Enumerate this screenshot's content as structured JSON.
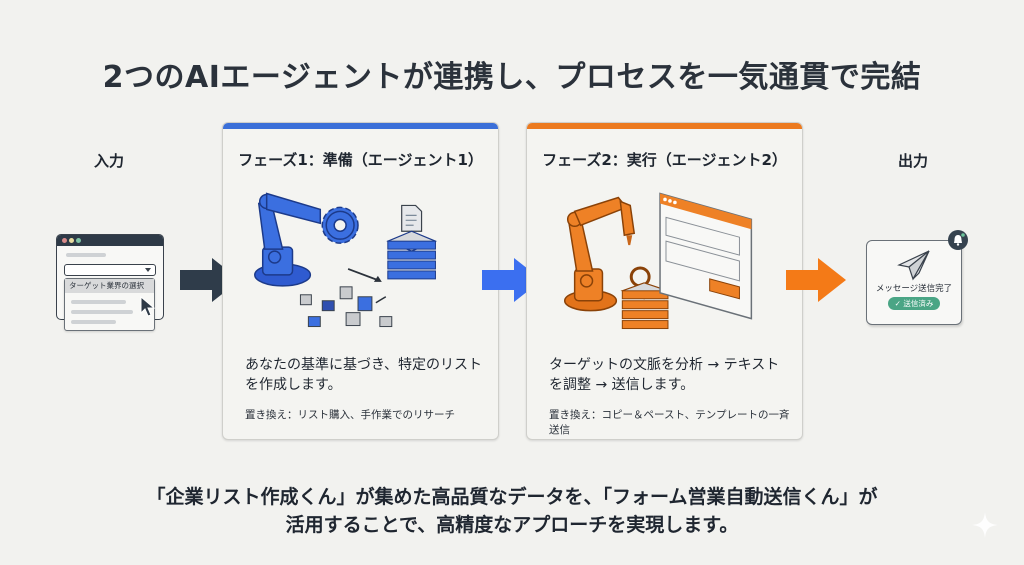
{
  "title": "2つのAIエージェントが連携し、プロセスを一気通貫で完結",
  "input": {
    "label": "入力",
    "dropdown_option": "ターゲット業界の選択"
  },
  "phases": [
    {
      "title": "フェーズ1：準備（エージェント1）",
      "description": "あなたの基準に基づき、特定のリストを作成します。",
      "replaces": "置き換え：リスト購入、手作業でのリサーチ",
      "accent_color": "#3b6fd8"
    },
    {
      "title": "フェーズ2：実行（エージェント2）",
      "description": "ターゲットの文脈を分析 → テキストを調整 → 送信します。",
      "replaces": "置き換え：コピー＆ペースト、テンプレートの一斉送信",
      "accent_color": "#ec7a1f"
    }
  ],
  "output": {
    "label": "出力",
    "message": "メッセージ送信完了",
    "status_badge": "✓ 送信済み",
    "badge_color": "#4aa585"
  },
  "arrows": {
    "input_to_phase1": "#2f3c4a",
    "phase1_to_phase2": "#3b6ff0",
    "phase2_to_output": "#f47a17"
  },
  "caption": {
    "line1": "「企業リスト作成くん」が集めた高品質なデータを、「フォーム営業自動送信くん」が",
    "line2": "活用することで、高精度なアプローチを実現します。"
  },
  "icons": {
    "phase1": [
      "robot-arm-icon",
      "gear-icon",
      "document-icon",
      "database-stack-icon",
      "cubes-icon"
    ],
    "phase2": [
      "robot-arm-icon",
      "magnifier-icon",
      "database-stack-icon",
      "web-form-icon"
    ],
    "output": [
      "paper-plane-icon",
      "bell-icon"
    ],
    "corner": "sparkle-icon"
  }
}
